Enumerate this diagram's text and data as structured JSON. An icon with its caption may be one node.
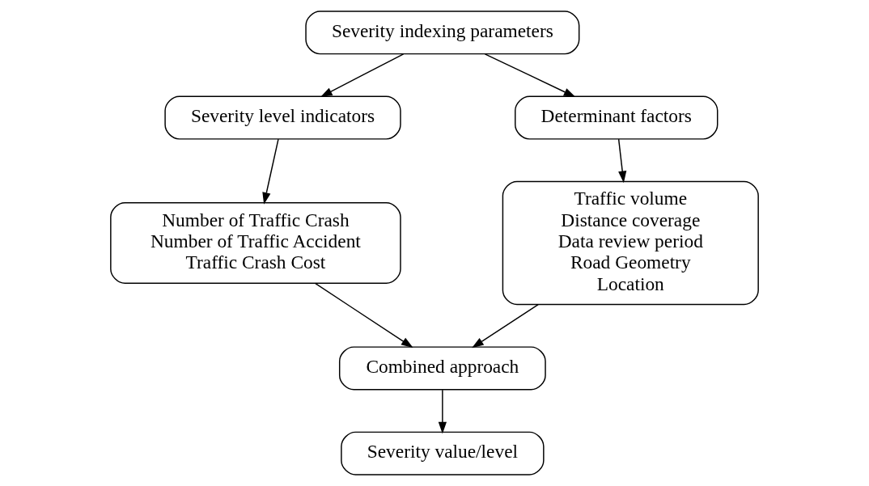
{
  "diagram": {
    "nodes": [
      {
        "text": [
          "Severity indexing parameters"
        ]
      },
      {
        "text": [
          "Severity level indicators"
        ]
      },
      {
        "text": [
          "Determinant factors"
        ]
      },
      {
        "text": [
          "Number of Traffic Crash",
          "Number of Traffic Accident",
          "Traffic Crash Cost"
        ]
      },
      {
        "text": [
          "Traffic volume",
          "Distance coverage",
          "Data review period",
          "Road Geometry",
          "Location"
        ]
      },
      {
        "text": [
          "Combined approach"
        ]
      },
      {
        "text": [
          "Severity value/level"
        ]
      }
    ],
    "edges": [
      {
        "from": 0,
        "to": 1,
        "arrow": "to"
      },
      {
        "from": 0,
        "to": 2,
        "arrow": "to"
      },
      {
        "from": 1,
        "to": 3,
        "arrow": "to"
      },
      {
        "from": 2,
        "to": 4,
        "arrow": "to"
      },
      {
        "from": 3,
        "to": 5,
        "arrow": "to"
      },
      {
        "from": 4,
        "to": 5,
        "arrow": "to"
      },
      {
        "from": 5,
        "to": 6,
        "arrow": "to"
      }
    ]
  }
}
